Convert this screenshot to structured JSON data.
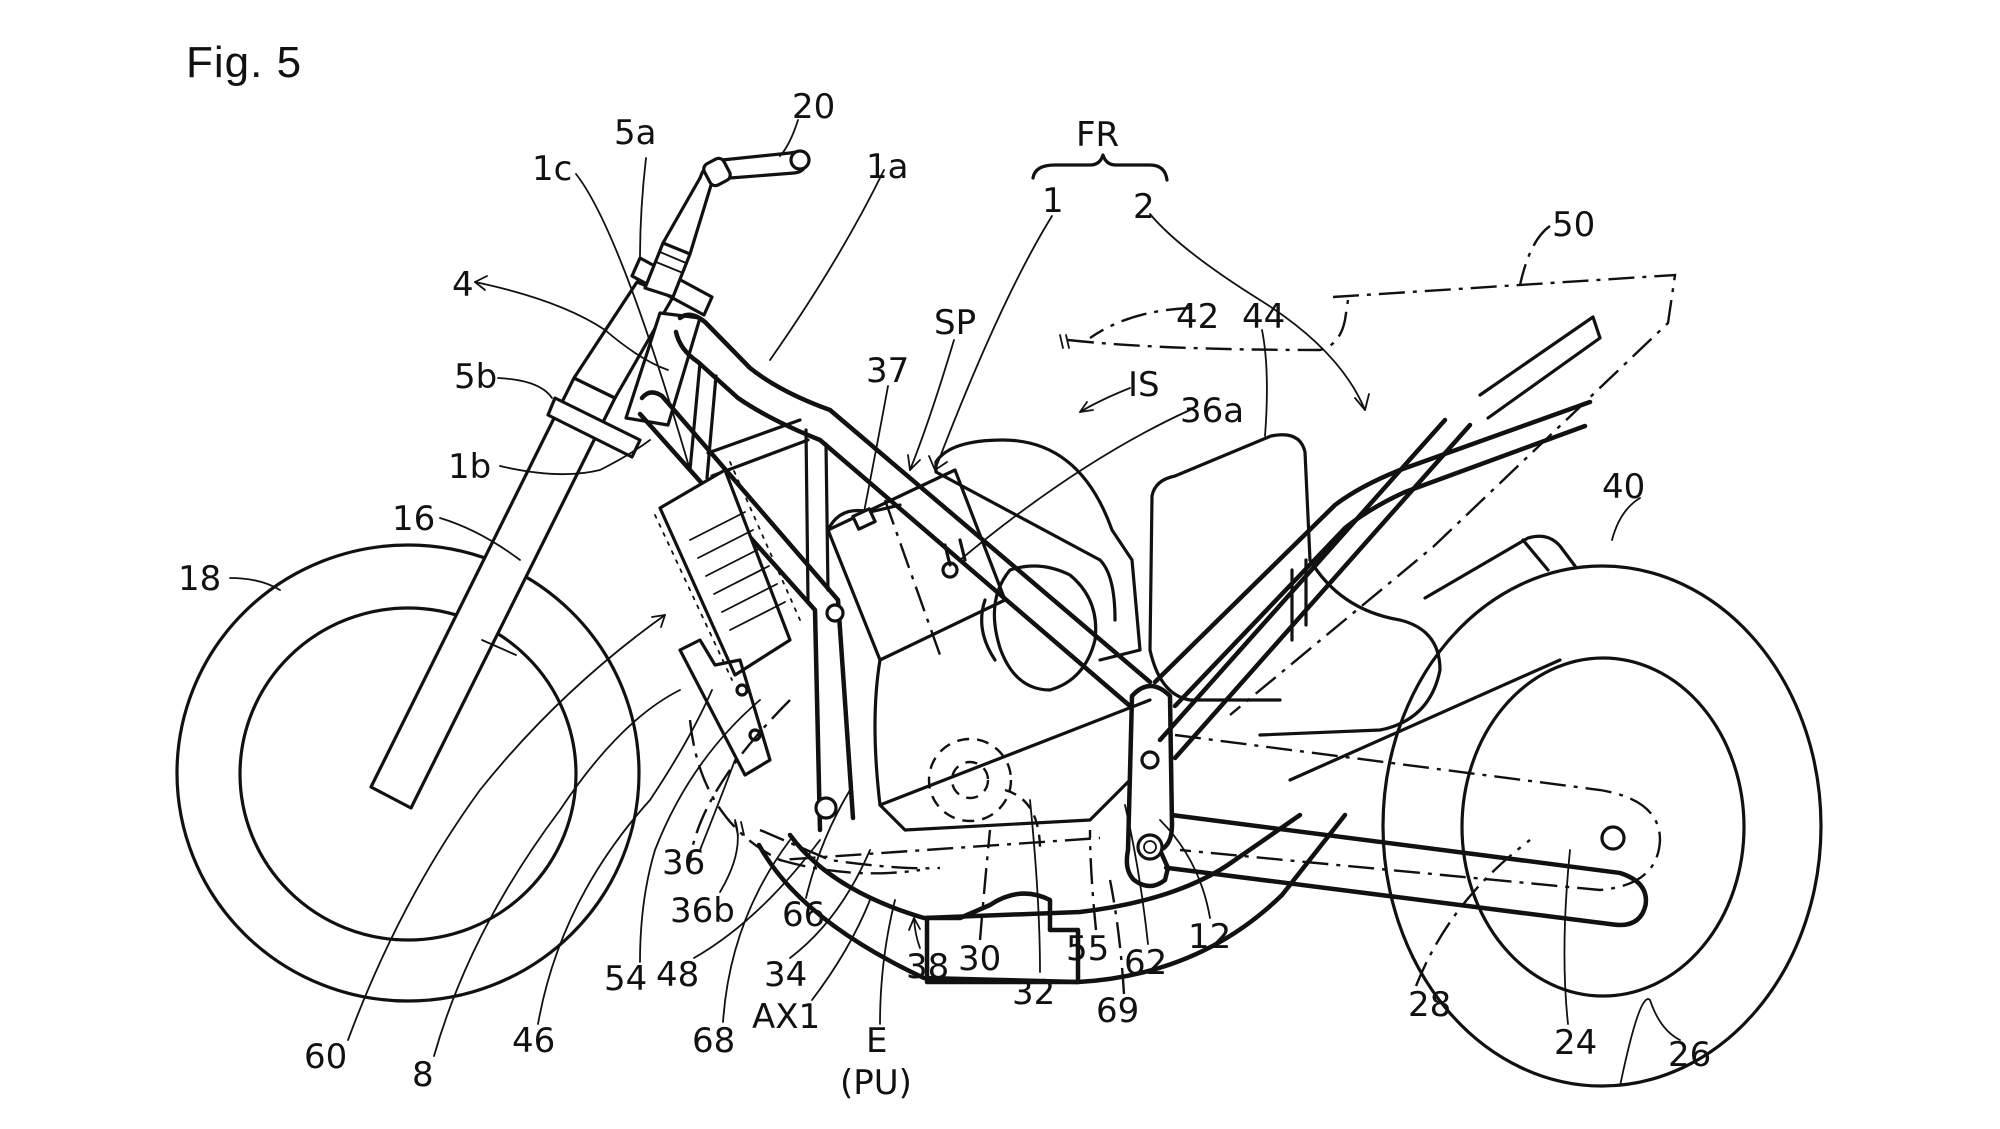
{
  "figure": {
    "title": "Fig. 5",
    "subject": "motorcycle side view patent drawing",
    "labels": [
      {
        "id": "fr",
        "text": "FR"
      },
      {
        "id": "1",
        "text": "1"
      },
      {
        "id": "2",
        "text": "2"
      },
      {
        "id": "1a",
        "text": "1a"
      },
      {
        "id": "1b",
        "text": "1b"
      },
      {
        "id": "1c",
        "text": "1c"
      },
      {
        "id": "4",
        "text": "4"
      },
      {
        "id": "5a",
        "text": "5a"
      },
      {
        "id": "5b",
        "text": "5b"
      },
      {
        "id": "8",
        "text": "8"
      },
      {
        "id": "12",
        "text": "12"
      },
      {
        "id": "16",
        "text": "16"
      },
      {
        "id": "18",
        "text": "18"
      },
      {
        "id": "20",
        "text": "20"
      },
      {
        "id": "24",
        "text": "24"
      },
      {
        "id": "26",
        "text": "26"
      },
      {
        "id": "28",
        "text": "28"
      },
      {
        "id": "30",
        "text": "30"
      },
      {
        "id": "32",
        "text": "32"
      },
      {
        "id": "34",
        "text": "34"
      },
      {
        "id": "36",
        "text": "36"
      },
      {
        "id": "36a",
        "text": "36a"
      },
      {
        "id": "36b",
        "text": "36b"
      },
      {
        "id": "37",
        "text": "37"
      },
      {
        "id": "38",
        "text": "38"
      },
      {
        "id": "40",
        "text": "40"
      },
      {
        "id": "42",
        "text": "42"
      },
      {
        "id": "44",
        "text": "44"
      },
      {
        "id": "46",
        "text": "46"
      },
      {
        "id": "48",
        "text": "48"
      },
      {
        "id": "50",
        "text": "50"
      },
      {
        "id": "54",
        "text": "54"
      },
      {
        "id": "55",
        "text": "55"
      },
      {
        "id": "60",
        "text": "60"
      },
      {
        "id": "62",
        "text": "62"
      },
      {
        "id": "66",
        "text": "66"
      },
      {
        "id": "68",
        "text": "68"
      },
      {
        "id": "69",
        "text": "69"
      },
      {
        "id": "sp",
        "text": "SP"
      },
      {
        "id": "is",
        "text": "IS"
      },
      {
        "id": "ax1",
        "text": "AX1"
      },
      {
        "id": "e",
        "text": "E"
      },
      {
        "id": "pu",
        "text": "(PU)"
      }
    ]
  }
}
